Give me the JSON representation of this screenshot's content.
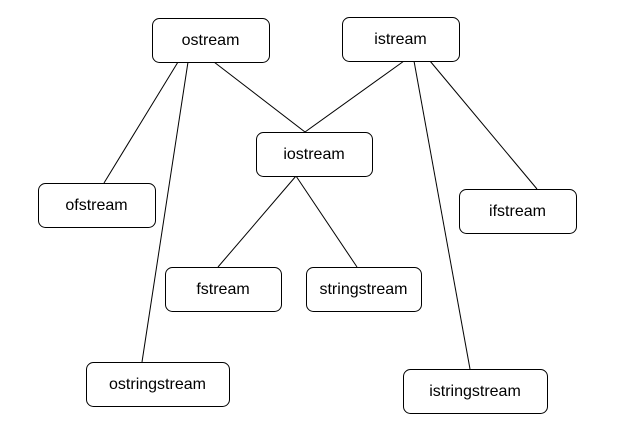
{
  "diagram": {
    "nodes": [
      {
        "id": "ostream",
        "label": "ostream"
      },
      {
        "id": "istream",
        "label": "istream"
      },
      {
        "id": "iostream",
        "label": "iostream"
      },
      {
        "id": "ofstream",
        "label": "ofstream"
      },
      {
        "id": "ifstream",
        "label": "ifstream"
      },
      {
        "id": "fstream",
        "label": "fstream"
      },
      {
        "id": "stringstream",
        "label": "stringstream"
      },
      {
        "id": "ostringstream",
        "label": "ostringstream"
      },
      {
        "id": "istringstream",
        "label": "istringstream"
      }
    ],
    "edges": [
      {
        "from": "ostream",
        "to": "ofstream"
      },
      {
        "from": "ostream",
        "to": "ostringstream"
      },
      {
        "from": "ostream",
        "to": "iostream"
      },
      {
        "from": "istream",
        "to": "iostream"
      },
      {
        "from": "istream",
        "to": "istringstream"
      },
      {
        "from": "istream",
        "to": "ifstream"
      },
      {
        "from": "iostream",
        "to": "fstream"
      },
      {
        "from": "iostream",
        "to": "stringstream"
      }
    ]
  }
}
